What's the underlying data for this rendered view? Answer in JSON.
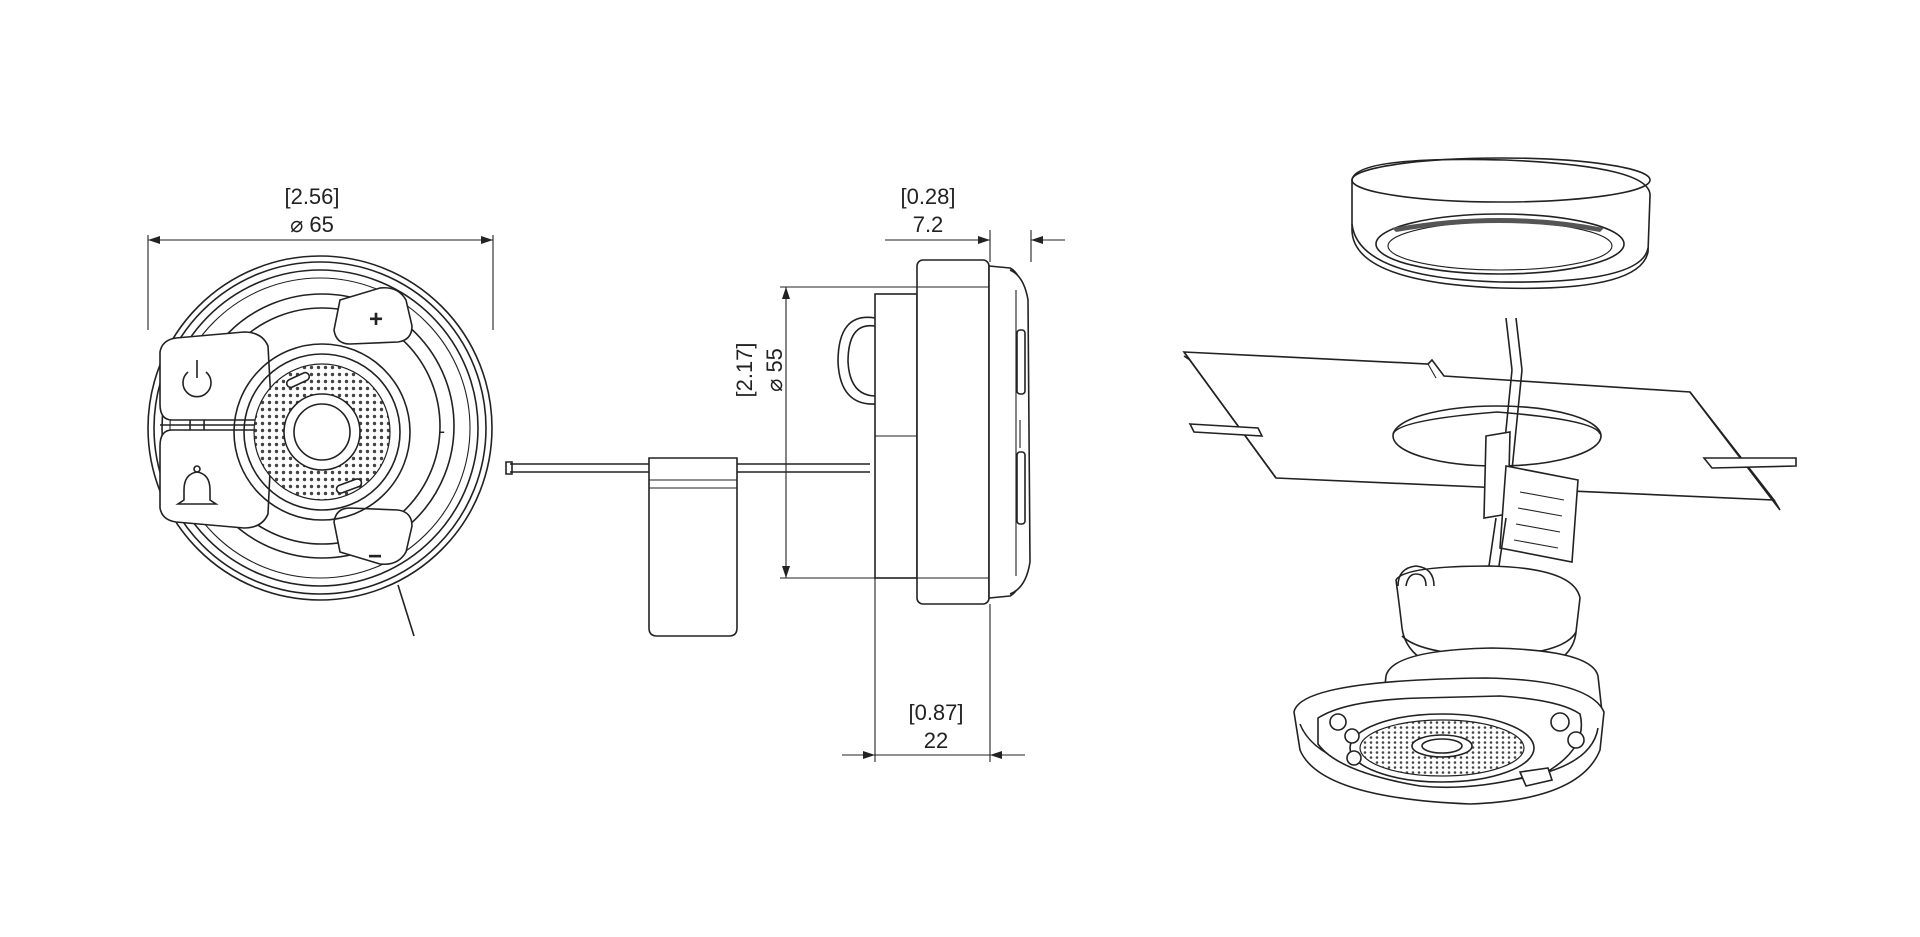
{
  "dimensions": {
    "front_diameter": {
      "inch": "[2.56]",
      "mm": "⌀ 65"
    },
    "side_diameter": {
      "inch": "[2.17]",
      "mm": "⌀ 55"
    },
    "top_depth": {
      "inch": "[0.28]",
      "mm": "7.2"
    },
    "bottom_depth": {
      "inch": "[0.87]",
      "mm": "22"
    }
  },
  "front_view": {
    "plus_symbol": "+",
    "minus_symbol": "−",
    "dash_symbol": "-"
  },
  "colors": {
    "line": "#222222",
    "background": "#ffffff"
  }
}
